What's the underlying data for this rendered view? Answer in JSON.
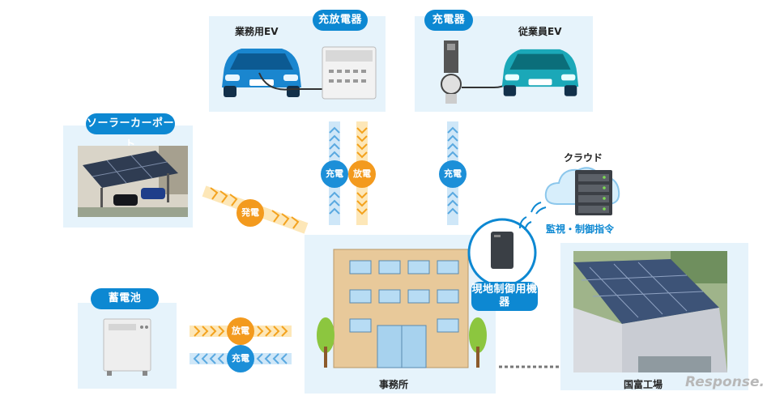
{
  "ev_charger_panel": {
    "ev_label": "業務用EV",
    "device_label": "充放電器"
  },
  "charger_panel": {
    "device_label": "充電器",
    "ev_label": "従業員EV"
  },
  "solar": {
    "title": "ソーラーカーポート",
    "flow": "発電"
  },
  "battery": {
    "title": "蓄電池",
    "flow_out": "放電",
    "flow_in": "充電"
  },
  "flows_top": {
    "charge_left": "充電",
    "discharge": "放電",
    "charge_right": "充電"
  },
  "cloud": {
    "label": "クラウド",
    "control": "監視・制御指令"
  },
  "controller": {
    "label": "現地制御用機器"
  },
  "office": {
    "label": "事務所"
  },
  "factory": {
    "label": "国富工場"
  },
  "watermark": "Response.",
  "colors": {
    "accent": "#0d88d2",
    "panel": "#e6f3fb",
    "discharge": "#f39a1e",
    "charge": "#1c8fd8"
  }
}
